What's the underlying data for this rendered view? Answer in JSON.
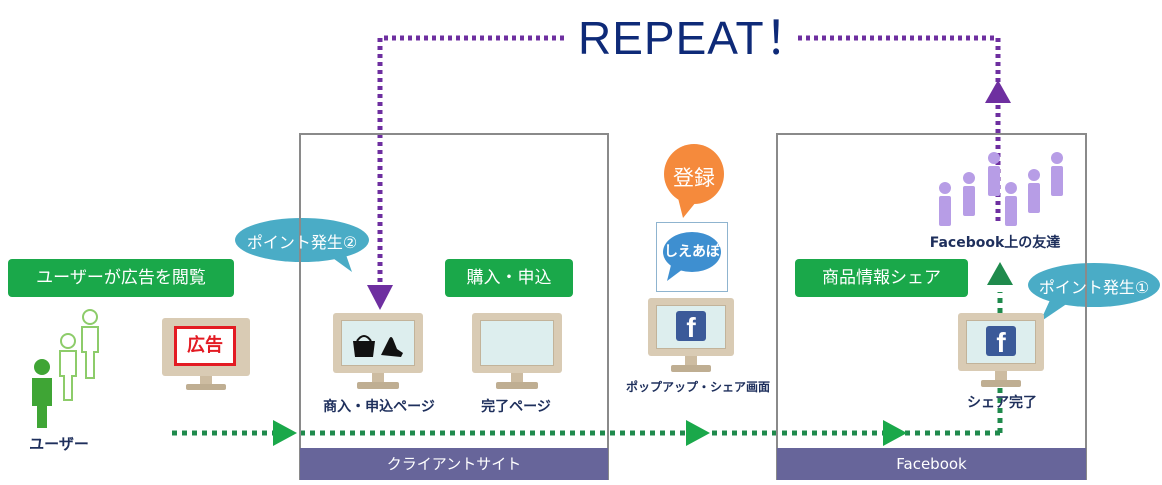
{
  "title": "REPEAT！",
  "labels": {
    "view_ad": "ユーザーが広告を閲覧",
    "purchase": "購入・申込",
    "share_info": "商品情報シェア"
  },
  "bubbles": {
    "point2": "ポイント発生②",
    "point1": "ポイント発生①",
    "register": "登録"
  },
  "captions": {
    "user": "ユーザー",
    "product_page": "商入・申込ページ",
    "complete_page": "完了ページ",
    "popup_share": "ポップアップ・シェア画面",
    "share_done": "シェア完了",
    "friends": "Facebook上の友達"
  },
  "ad_text": "広告",
  "sections": {
    "client": "クライアントサイト",
    "facebook": "Facebook"
  },
  "logo_text": "しえあぽ",
  "fb_letter": "f",
  "colors": {
    "green_label": "#1aa84a",
    "bubble_blue": "#4aacc6",
    "bubble_orange": "#f58a3c",
    "arrow_purple": "#6e2fa0",
    "arrow_green": "#1f8a4c",
    "footer": "#67659a",
    "title": "#0e2a78",
    "person_green": "#3fa535",
    "person_purple": "#b79de6"
  }
}
